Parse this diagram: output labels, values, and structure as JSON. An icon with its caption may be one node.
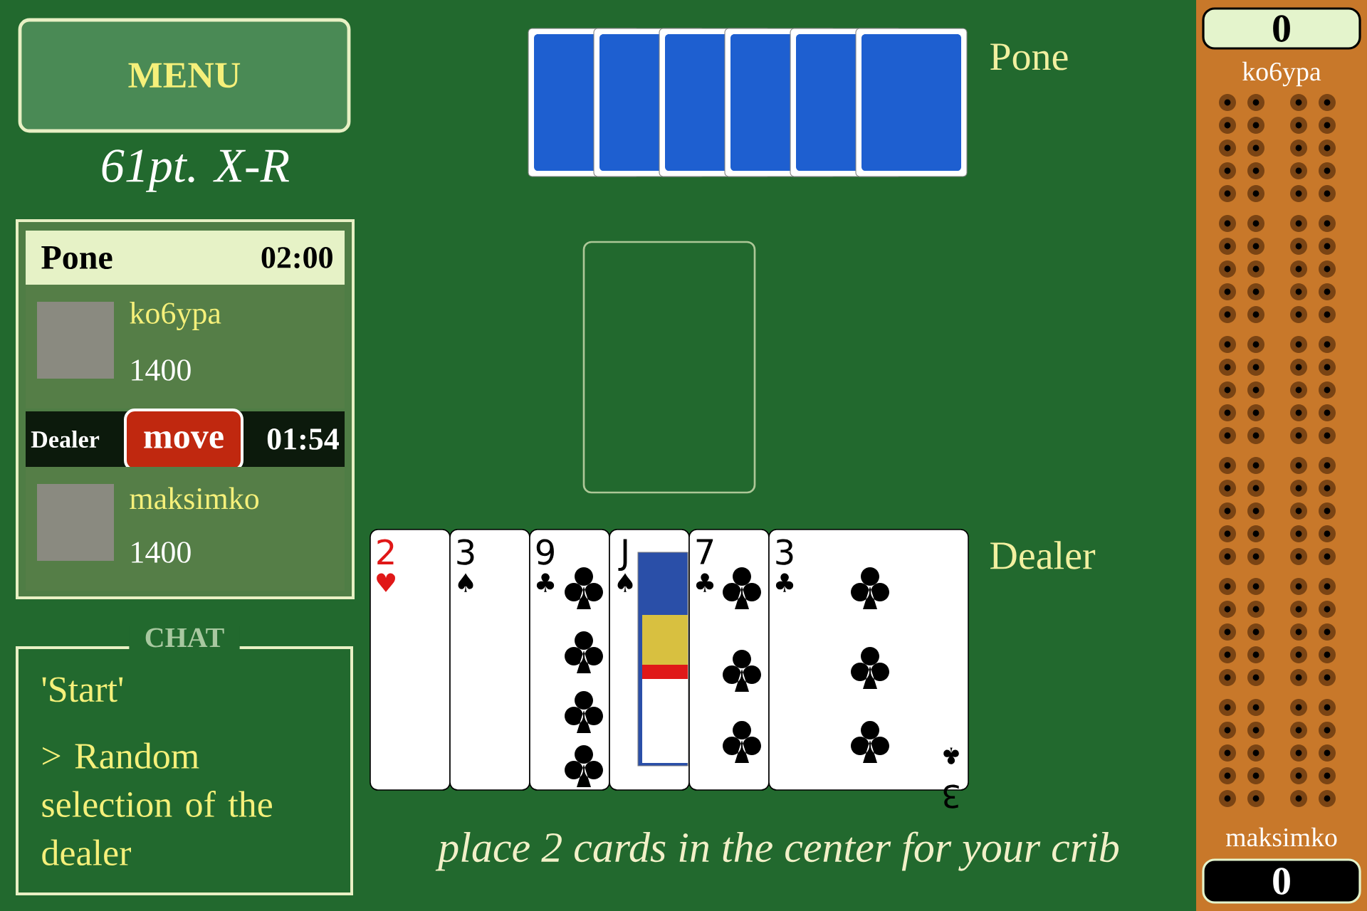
{
  "diagram": {
    "nodes": [
      {
        "text": [
          "MENU"
        ]
      },
      {
        "text": [],
        "shape": "box"
      },
      {
        "text": [
          "Pone",
          "02:00"
        ],
        "in": 1
      },
      {
        "text": [
          "ko6ypa",
          "1400"
        ],
        "in": 1
      },
      {
        "text": [
          "Dealer",
          "01:54"
        ],
        "in": 1
      },
      {
        "text": [
          "move"
        ],
        "in": 4
      },
      {
        "text": [
          "maksimko",
          "1400"
        ],
        "in": 1
      },
      {
        "text": [
          "CHAT",
          "'Start'",
          "> Random selection of the dealer"
        ]
      },
      {
        "text": [],
        "shape": "box"
      },
      {
        "text": [],
        "shape": "box"
      },
      {
        "text": [],
        "shape": "box"
      },
      {
        "text": [],
        "shape": "box"
      },
      {
        "text": [],
        "shape": "box"
      },
      {
        "text": [],
        "shape": "box"
      },
      {
        "text": [],
        "shape": "box"
      },
      {
        "text": [
          "2",
          "♥"
        ]
      },
      {
        "text": [
          "3",
          "♠"
        ]
      },
      {
        "text": [
          "9",
          "♣"
        ]
      },
      {
        "text": [
          "J",
          "♠"
        ]
      },
      {
        "text": [
          "7",
          "♣"
        ]
      },
      {
        "text": [
          "3",
          "♣",
          "♣",
          "3"
        ]
      },
      {
        "text": [
          "ko6ypa",
          "maksimko"
        ]
      },
      {
        "text": [
          "0"
        ],
        "in": 21
      },
      {
        "text": [
          "0"
        ],
        "in": 21
      }
    ],
    "labels": [
      "61pt. X-R",
      "Pone",
      "Dealer",
      "place 2 cards in the center for your crib"
    ]
  }
}
